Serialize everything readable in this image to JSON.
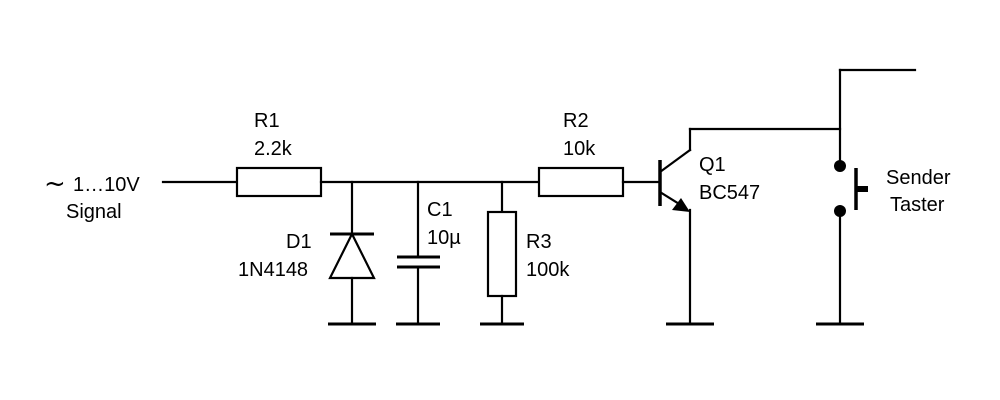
{
  "input": {
    "symbol": "~",
    "range": "1…10V",
    "name": "Signal"
  },
  "components": {
    "r1": {
      "ref": "R1",
      "value": "2.2k"
    },
    "d1": {
      "ref": "D1",
      "value": "1N4148"
    },
    "c1": {
      "ref": "C1",
      "value": "10µ"
    },
    "r3": {
      "ref": "R3",
      "value": "100k"
    },
    "r2": {
      "ref": "R2",
      "value": "10k"
    },
    "q1": {
      "ref": "Q1",
      "value": "BC547"
    },
    "switch": {
      "line1": "Sender",
      "line2": "Taster"
    }
  }
}
